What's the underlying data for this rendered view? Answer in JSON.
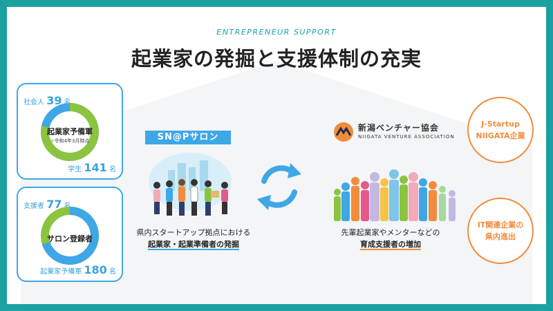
{
  "header": {
    "eyebrow": "ENTREPRENEUR SUPPORT",
    "title": "起業家の発掘と支援体制の充実"
  },
  "stats": [
    {
      "top_label": "社会人",
      "top_value": "39",
      "top_unit": "名",
      "center_line1": "起業家予備軍",
      "center_line2_mark": "※",
      "center_line2": "令和4年3月時点",
      "bottom_label": "学生",
      "bottom_value": "141",
      "bottom_unit": "名",
      "fraction_main": 0.783,
      "main_color": "#8bc43f",
      "minor_color": "#3ea7e6"
    },
    {
      "top_label": "支援者",
      "top_value": "77",
      "top_unit": "名",
      "center_line1": "サロン登録者",
      "bottom_label": "起業家予備軍",
      "bottom_value": "180",
      "bottom_unit": "名",
      "fraction_main": 0.7,
      "main_color": "#3ea7e6",
      "minor_color": "#8bc43f"
    }
  ],
  "snap": {
    "badge": "SN@Pサロン",
    "caption_line1": "県内スタートアップ拠点における",
    "caption_line2": "起業家・起業準備者の発掘"
  },
  "nva": {
    "name": "新潟ベンチャー協会",
    "sub": "NIIGATA VENTURE ASSOCIATION",
    "caption_line1": "先輩起業家やメンターなどの",
    "caption_line2": "育成支援者の増加"
  },
  "circles": [
    {
      "line1": "J-Startup",
      "line2": "NIIGATA企業"
    },
    {
      "line1": "IT関連企業の",
      "line2": "県内進出"
    }
  ],
  "colors": {
    "frame": "#1aa1a0",
    "blue": "#3ea7e6",
    "green": "#8bc43f",
    "orange": "#f28c3c"
  }
}
